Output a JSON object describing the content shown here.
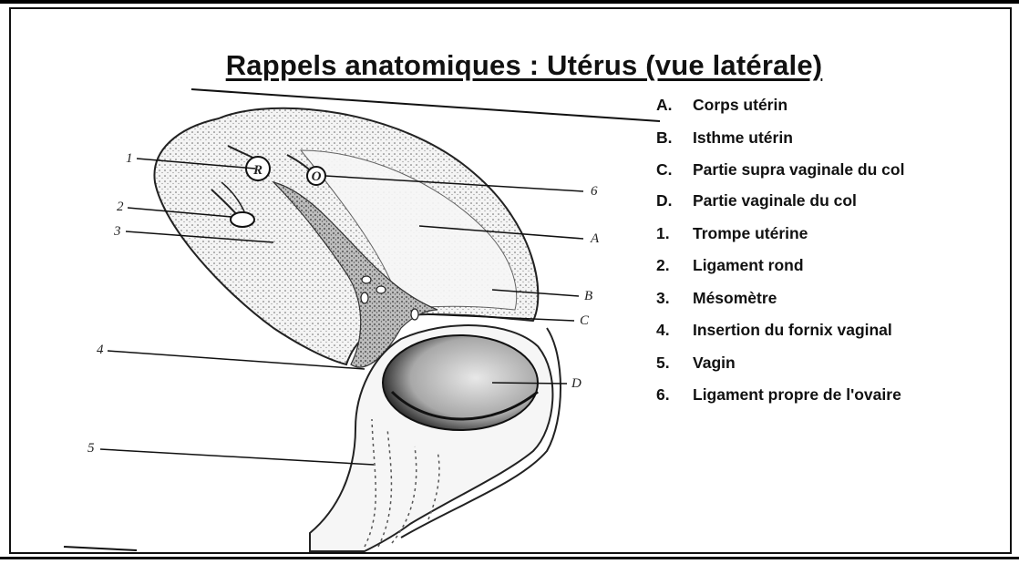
{
  "title": "Rappels anatomiques : Utérus (vue latérale)",
  "legend": [
    {
      "key": "A.",
      "text": "Corps utérin"
    },
    {
      "key": "B.",
      "text": "Isthme utérin"
    },
    {
      "key": "C.",
      "text": "Partie supra vaginale du col"
    },
    {
      "key": "D.",
      "text": "Partie vaginale du col"
    },
    {
      "key": "1.",
      "text": "Trompe utérine"
    },
    {
      "key": "2.",
      "text": "Ligament rond"
    },
    {
      "key": "3.",
      "text": "Mésomètre"
    },
    {
      "key": "4.",
      "text": "Insertion du fornix vaginal"
    },
    {
      "key": "5.",
      "text": "Vagin"
    },
    {
      "key": "6.",
      "text": "Ligament propre de l'ovaire"
    }
  ],
  "figure_labels": {
    "n1": "1",
    "n2": "2",
    "n3": "3",
    "n4": "4",
    "n5": "5",
    "n6": "6",
    "a": "A",
    "b": "B",
    "c": "C",
    "d": "D",
    "circle_r": "R",
    "circle_o": "O"
  }
}
